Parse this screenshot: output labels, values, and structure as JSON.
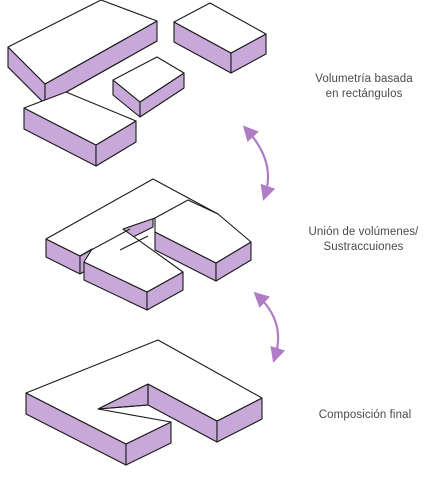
{
  "colors": {
    "face_fill": "#c8a8d8",
    "top_fill": "#ffffff",
    "stroke": "#1a1a1a",
    "arrow": "#b07cc6",
    "caption_text": "#4a4a4a"
  },
  "captions": {
    "step1": {
      "line1": "Volumetría basada",
      "line2": "en rectángulos"
    },
    "step2": {
      "line1": "Unión de volúmenes/",
      "line2": "Sustraccuiones"
    },
    "step3": {
      "line1": "Composición final"
    }
  },
  "arrows": [
    {
      "name": "transition-arrow-1",
      "icon": "double-headed-curved-arrow"
    },
    {
      "name": "transition-arrow-2",
      "icon": "double-headed-curved-arrow"
    }
  ]
}
